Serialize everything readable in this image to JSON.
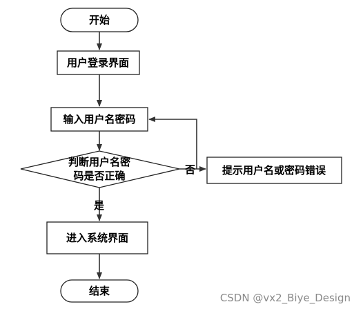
{
  "flowchart": {
    "start": "开始",
    "login_page": "用户登录界面",
    "input_credentials": "输入用户名密码",
    "decision_line1": "判断用户名密",
    "decision_line2": "码是否正确",
    "yes_label": "是",
    "no_label": "否",
    "error_prompt": "提示用户名或密码错误",
    "enter_system": "进入系统界面",
    "end": "结束"
  },
  "watermark": "CSDN @vx2_Biye_Design"
}
